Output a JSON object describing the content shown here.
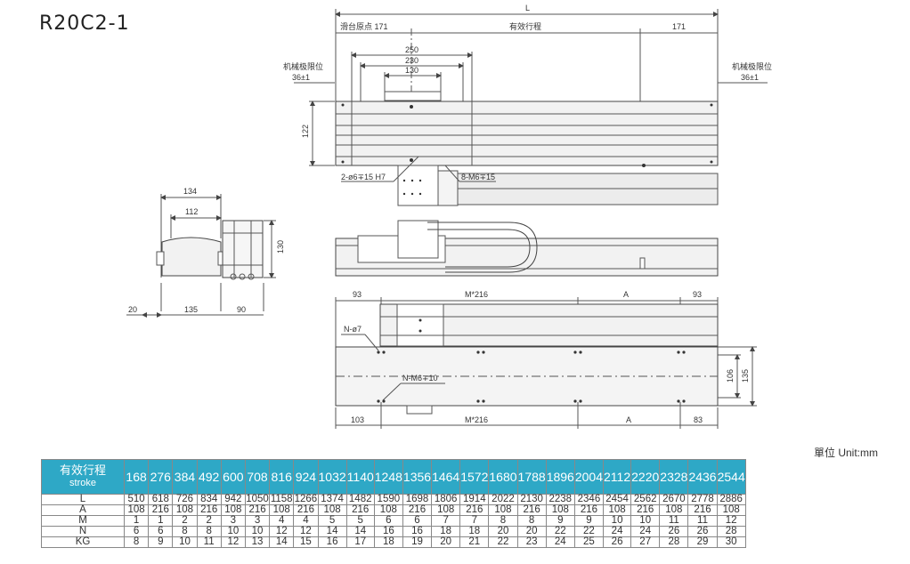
{
  "title": "R20C2-1",
  "unit_label": "單位 Unit:mm",
  "top_view": {
    "L": "L",
    "slide_origin": "滑台原点 171",
    "effective_stroke": "有效行程",
    "right_171": "171",
    "d250": "250",
    "d230": "230",
    "d130": "130",
    "mech_limit_left": "机械极限位",
    "mech_limit_left_val": "36±1",
    "mech_limit_right": "机械极限位",
    "mech_limit_right_val": "36±1",
    "h122": "122",
    "hole_callout": "2-ø6∓15 H7",
    "thread_callout": "8-M6∓15"
  },
  "side_view": {
    "d134": "134",
    "d112": "112",
    "d130": "130",
    "d20": "20",
    "d135": "135",
    "d90": "90"
  },
  "bottom_view": {
    "d93_left": "93",
    "m216_top": "M*216",
    "a_top": "A",
    "d93_right": "93",
    "n_hole": "N-ø7",
    "n_thread": "N-M6∓10",
    "d106": "106",
    "d135": "135",
    "d103": "103",
    "m216_bottom": "M*216",
    "a_bottom": "A",
    "d83": "83"
  },
  "table": {
    "header_label": "有效行程",
    "header_sub": "stroke",
    "strokes": [
      "168",
      "276",
      "384",
      "492",
      "600",
      "708",
      "816",
      "924",
      "1032",
      "1140",
      "1248",
      "1356",
      "1464",
      "1572",
      "1680",
      "1788",
      "1896",
      "2004",
      "2112",
      "2220",
      "2328",
      "2436",
      "2544"
    ],
    "rows": [
      {
        "label": "L",
        "values": [
          "510",
          "618",
          "726",
          "834",
          "942",
          "1050",
          "1158",
          "1266",
          "1374",
          "1482",
          "1590",
          "1698",
          "1806",
          "1914",
          "2022",
          "2130",
          "2238",
          "2346",
          "2454",
          "2562",
          "2670",
          "2778",
          "2886"
        ]
      },
      {
        "label": "A",
        "values": [
          "108",
          "216",
          "108",
          "216",
          "108",
          "216",
          "108",
          "216",
          "108",
          "216",
          "108",
          "216",
          "108",
          "216",
          "108",
          "216",
          "108",
          "216",
          "108",
          "216",
          "108",
          "216",
          "108"
        ]
      },
      {
        "label": "M",
        "values": [
          "1",
          "1",
          "2",
          "2",
          "3",
          "3",
          "4",
          "4",
          "5",
          "5",
          "6",
          "6",
          "7",
          "7",
          "8",
          "8",
          "9",
          "9",
          "10",
          "10",
          "11",
          "11",
          "12"
        ]
      },
      {
        "label": "N",
        "values": [
          "6",
          "6",
          "8",
          "8",
          "10",
          "10",
          "12",
          "12",
          "14",
          "14",
          "16",
          "16",
          "18",
          "18",
          "20",
          "20",
          "22",
          "22",
          "24",
          "24",
          "26",
          "26",
          "28"
        ]
      },
      {
        "label": "KG",
        "values": [
          "8",
          "9",
          "10",
          "11",
          "12",
          "13",
          "14",
          "15",
          "16",
          "17",
          "18",
          "19",
          "20",
          "21",
          "22",
          "23",
          "24",
          "25",
          "26",
          "27",
          "28",
          "29",
          "30"
        ]
      }
    ]
  },
  "colors": {
    "table_header": "#2ea8c6",
    "line": "#555555",
    "body_fill": "#e8e8e8"
  }
}
